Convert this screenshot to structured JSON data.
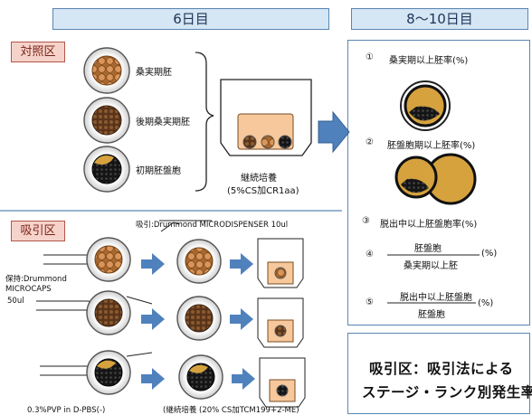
{
  "headers": {
    "day6": "6日目",
    "day8to10": "8～10日目"
  },
  "control": {
    "tag": "対照区",
    "labels": {
      "morula": "桑実期胚",
      "late_morula": "後期桑実期胚",
      "early_blastocyst": "初期胚盤胞"
    },
    "culture": {
      "line1": "継続培養",
      "line2": "(5%CS加CR1aa)"
    }
  },
  "suction": {
    "tag": "吸引区",
    "pipette_note": "吸引:Drummond  MICRODISPENSER  10ul",
    "holding": {
      "line1": "保持:Drummond",
      "line2": "MICROCAPS",
      "line3": "50ul"
    },
    "bottom_left": "0.3%PVP in   D-PBS(-)",
    "bottom_mid": "(継続培養 (20% CS加TCM199+2-ME)"
  },
  "rates": {
    "r1": {
      "num": "①",
      "label": "桑実期以上胚率(%)"
    },
    "r2": {
      "num": "②",
      "label": "胚盤胞期以上胚率(%)"
    },
    "r3": {
      "num": "③",
      "label": "脱出中以上胚盤胞率(%)"
    },
    "r4": {
      "num": "④",
      "numerator": "胚盤胞",
      "denominator": "桑実期以上胚",
      "unit": "(%)"
    },
    "r5": {
      "num": "⑤",
      "numerator": "脱出中以上胚盤胞",
      "denominator": "胚盤胞",
      "unit": "(%)"
    }
  },
  "summary": {
    "line1": "吸引区：吸引法による",
    "line2": "ステージ・ランク別発生率"
  },
  "colors": {
    "accent_blue": "#4f81bd",
    "header_fill": "#d5e6f4",
    "tag_fill": "#f6d3ca",
    "embryo_gold": "#d6a23e"
  }
}
